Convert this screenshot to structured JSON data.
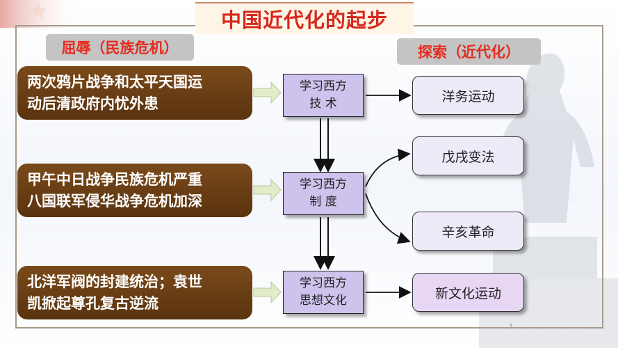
{
  "title": "中国近代化的起步",
  "left_header": "屈辱（民族危机）",
  "right_header": "探索（近代化）",
  "causes": [
    {
      "line1": "两次鸦片战争和太平天国运",
      "line2": "动后清政府内忧外患"
    },
    {
      "line1": "甲午中日战争民族危机严重",
      "line2": "八国联军侵华战争危机加深"
    },
    {
      "line1": "北洋军阀的封建统治；袁世",
      "line2": "凯掀起尊孔复古逆流"
    }
  ],
  "stages": [
    {
      "line1": "学习西方",
      "line2": "技 术"
    },
    {
      "line1": "学习西方",
      "line2": "制 度"
    },
    {
      "line1": "学习西方",
      "line2": "思想文化"
    }
  ],
  "results": [
    "洋务运动",
    "戊戌变法",
    "辛亥革命",
    "新文化运动"
  ],
  "page_number": "3",
  "colors": {
    "title_red": "#d6281e",
    "cause_brown": "#6b3f14",
    "stage_purple": "#cdc3ec",
    "arrow_green": "#dfe9c6"
  }
}
